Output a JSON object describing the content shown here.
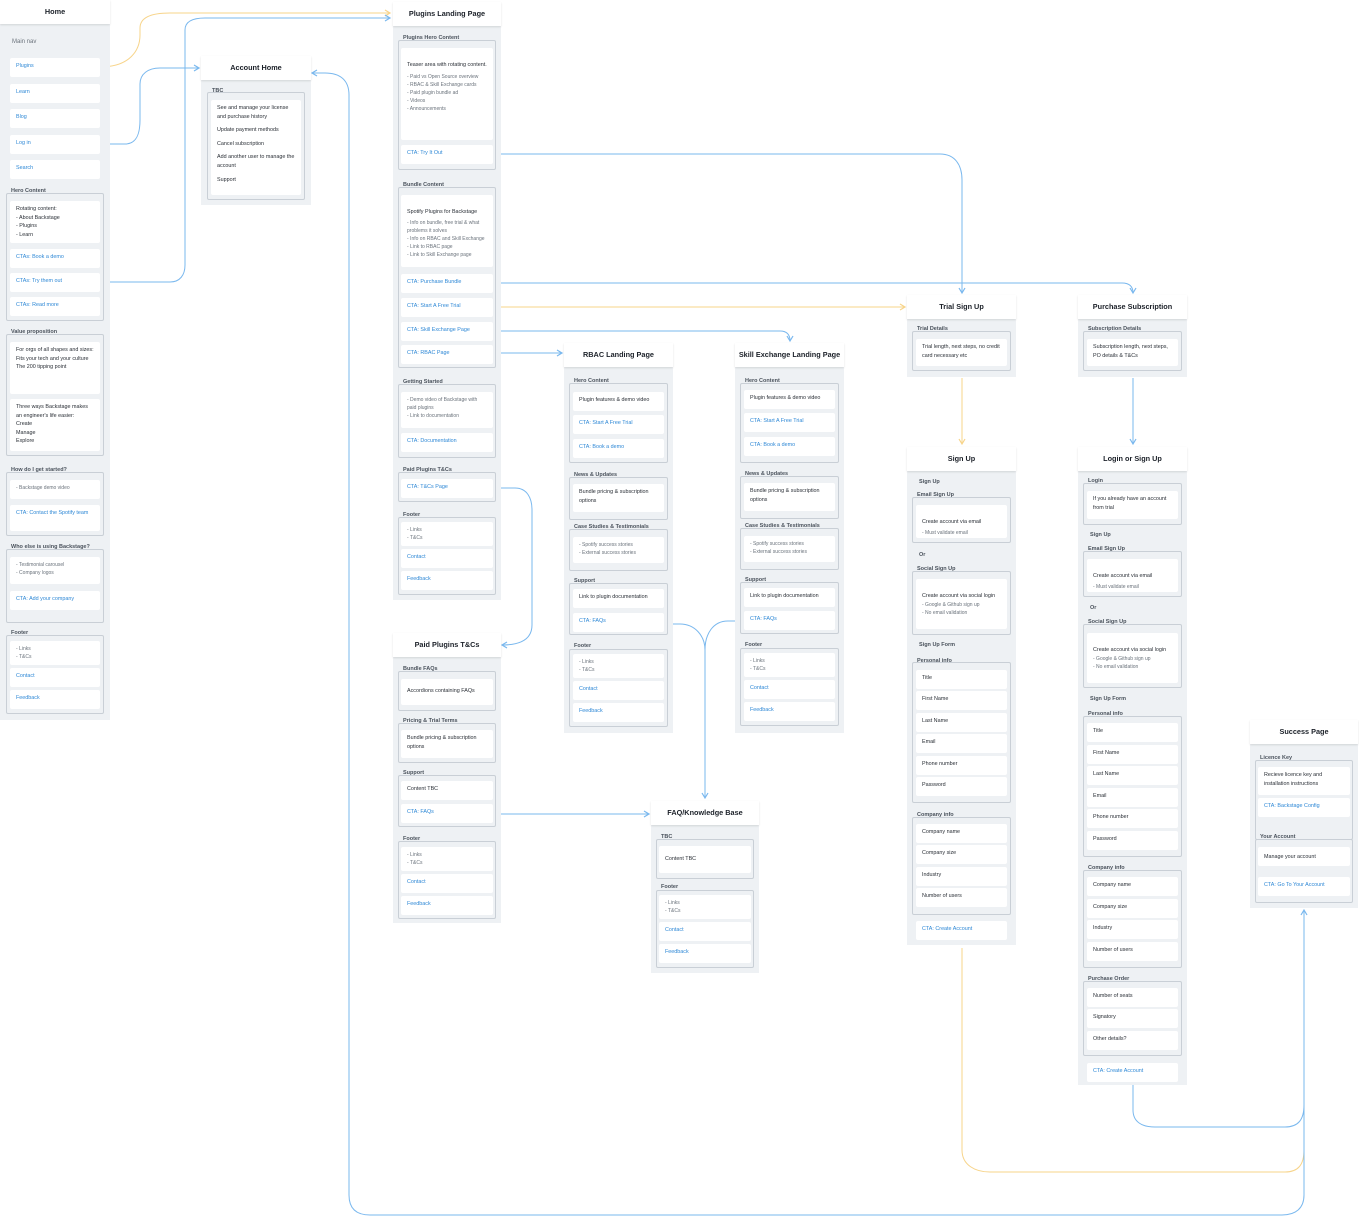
{
  "colors": {
    "blue_connector": "#7ab8ee",
    "yellow_connector": "#f7d48a",
    "link": "#2e88d6",
    "page_bg": "#eef1f4"
  },
  "home": {
    "title": "Home",
    "main_nav_label": "Main nav",
    "nav": [
      "Plugins",
      "Learn",
      "Blog",
      "Log in",
      "Search"
    ],
    "hero_label": "Hero Content",
    "hero_text": "Rotating content:\n- About Backstage\n- Plugins\n- Learn",
    "hero_ctas": [
      "CTAs: Book a demo",
      "CTAs: Try them out",
      "CTAs: Read more"
    ],
    "value_label": "Value proposition",
    "value_text_1": "For orgs of all shapes and sizes:\nFits your tech and your culture\nThe 200 tipping point",
    "value_text_2": "Three ways Backstage makes an engineer's life easier:\nCreate\nManage\nExplore",
    "started_label": "How do I get started?",
    "started_text": "- Backstage demo video",
    "started_cta": "CTA: Contact the Spotify team",
    "using_label": "Who else is using Backstage?",
    "using_text": "- Testimonial carousel\n- Company logos",
    "using_cta": "CTA: Add your company",
    "footer_label": "Footer",
    "footer_text": "- Links\n- T&Cs",
    "footer_contact": "Contact",
    "footer_feedback": "Feedback"
  },
  "account_home": {
    "title": "Account Home",
    "tbc_label": "TBC",
    "items": [
      "See and manage your license and purchase history",
      "Update payment methods",
      "Cancel subscription",
      "Add another user to manage the account",
      "Support"
    ]
  },
  "plugins": {
    "title": "Plugins Landing Page",
    "hero_label": "Plugins Hero Content",
    "hero_text": "Teaser area with rotating content.",
    "hero_sub": "- Paid vs Open Source overview\n- RBAC & Skill Exchange cards\n- Paid plugin bundle ad\n- Videos\n- Announcements",
    "hero_cta": "CTA: Try It Out",
    "bundle_label": "Bundle Content",
    "bundle_text": "Spotify Plugins for Backstage",
    "bundle_sub": "- Info on bundle, free trial & what problems it solves\n- Info on RBAC and Skill Exchange\n- Link to RBAC page\n- Link to Skill Exchange page",
    "bundle_ctas": [
      "CTA: Purchase Bundle",
      "CTA: Start A Free Trial",
      "CTA: Skill Exchange Page",
      "CTA: RBAC Page"
    ],
    "started_label": "Getting Started",
    "started_sub": "- Demo video of Backstage with paid plugins\n- Link to documentation",
    "started_cta": "CTA: Documentation",
    "tcs_label": "Paid Plugins T&Cs",
    "tcs_cta": "CTA: T&Cs Page",
    "footer_label": "Footer",
    "footer_text": "- Links\n- T&Cs",
    "footer_contact": "Contact",
    "footer_feedback": "Feedback"
  },
  "paid_tcs": {
    "title": "Paid Plugins T&Cs",
    "faqs_label": "Bundle FAQs",
    "faqs_text": "Accordions containing FAQs",
    "pricing_label": "Pricing & Trial Terms",
    "pricing_text": "Bundle pricing & subscription options",
    "support_label": "Support",
    "support_text": "Content TBC",
    "support_cta": "CTA: FAQs",
    "footer_label": "Footer",
    "footer_text": "- Links\n- T&Cs",
    "footer_contact": "Contact",
    "footer_feedback": "Feedback"
  },
  "rbac": {
    "title": "RBAC Landing Page",
    "hero_label": "Hero Content",
    "hero_text": "Plugin features & demo video",
    "hero_ctas": [
      "CTA: Start A Free Trial",
      "CTA: Book a demo"
    ],
    "news_label": "News & Updates",
    "news_text": "Bundle pricing & subscription options",
    "cases_label": "Case Studies & Testimonials",
    "cases_text": "- Spotify success stories\n- External success stories",
    "support_label": "Support",
    "support_text": "Link to plugin documentation",
    "support_cta": "CTA: FAQs",
    "footer_label": "Footer",
    "footer_text": "- Links\n- T&Cs",
    "footer_contact": "Contact",
    "footer_feedback": "Feedback"
  },
  "skill": {
    "title": "Skill Exchange Landing Page",
    "hero_label": "Hero Content",
    "hero_text": "Plugin features & demo video",
    "hero_ctas": [
      "CTA: Start A Free Trial",
      "CTA: Book a demo"
    ],
    "news_label": "News & Updates",
    "news_text": "Bundle pricing & subscription options",
    "cases_label": "Case Studies & Testimonials",
    "cases_text": "- Spotify success stories\n- External success stories",
    "support_label": "Support",
    "support_text": "Link to plugin documentation",
    "support_cta": "CTA: FAQs",
    "footer_label": "Footer",
    "footer_text": "- Links\n- T&Cs",
    "footer_contact": "Contact",
    "footer_feedback": "Feedback"
  },
  "faq": {
    "title": "FAQ/Knowledge Base",
    "tbc_label": "TBC",
    "tbc_text": "Content TBC",
    "footer_label": "Footer",
    "footer_text": "- Links\n- T&Cs",
    "footer_contact": "Contact",
    "footer_feedback": "Feedback"
  },
  "trial": {
    "title": "Trial Sign Up",
    "details_label": "Trial Details",
    "details_text": "Trial length, next steps, no credit card necessary etc"
  },
  "purchase": {
    "title": "Purchase Subscription",
    "details_label": "Subscription Details",
    "details_text": "Subscription length, next steps, PO details & T&Cs"
  },
  "signup": {
    "title": "Sign Up",
    "signup_label": "Sign Up",
    "email_label": "Email Sign Up",
    "email_text": "Create account via email",
    "email_sub": "- Must validate email",
    "or_label": "Or",
    "social_label": "Social Sign Up",
    "social_text": "Create account via social login",
    "social_sub": "- Google & Github sign up\n- No email validation",
    "form_label": "Sign Up Form",
    "personal_label": "Personal info",
    "personal_fields": [
      "Title",
      "First Name",
      "Last Name",
      "Email",
      "Phone number",
      "Password"
    ],
    "company_label": "Company info",
    "company_fields": [
      "Company name",
      "Company size",
      "Industry",
      "Number of users"
    ],
    "cta": "CTA: Create Account"
  },
  "login": {
    "title": "Login or Sign Up",
    "login_label": "Login",
    "login_text": "If you already have an account from trial",
    "signup_label": "Sign Up",
    "email_label": "Email Sign Up",
    "email_text": "Create account via email",
    "email_sub": "- Must validate email",
    "or_label": "Or",
    "social_label": "Social Sign Up",
    "social_text": "Create account via social login",
    "social_sub": "- Google & Github sign up\n- No email validation",
    "form_label": "Sign Up Form",
    "personal_label": "Personal info",
    "personal_fields": [
      "Title",
      "First Name",
      "Last Name",
      "Email",
      "Phone number",
      "Password"
    ],
    "company_label": "Company info",
    "company_fields": [
      "Company name",
      "Company size",
      "Industry",
      "Number of users"
    ],
    "po_label": "Purchase Order",
    "po_fields": [
      "Number of seats",
      "Signatory",
      "Other details?"
    ],
    "cta": "CTA: Create Account"
  },
  "success": {
    "title": "Success Page",
    "key_label": "Licence Key",
    "key_text": "Recieve licence key and installation instructions",
    "key_cta": "CTA: Backstage Config",
    "account_label": "Your Account",
    "account_text": "Manage your account",
    "account_cta": "CTA: Go To Your Account"
  }
}
